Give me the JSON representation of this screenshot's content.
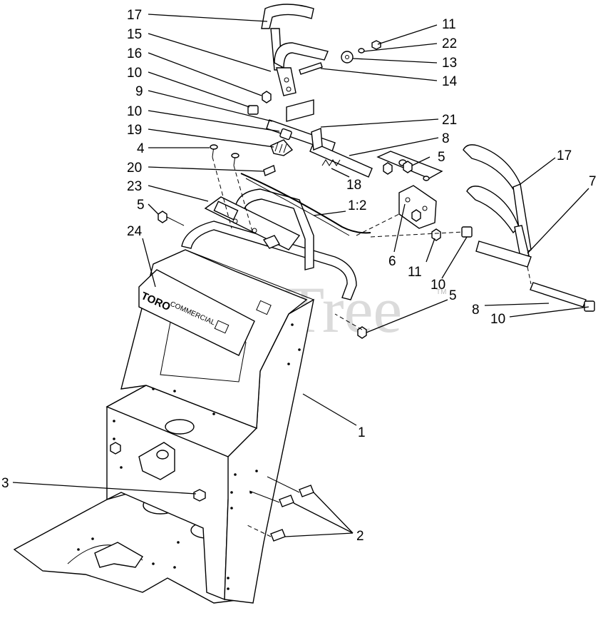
{
  "watermark": {
    "text": "PartsTree",
    "tm": "TM"
  },
  "decal": {
    "brand": "TORO",
    "model": "COMMERCIAL"
  },
  "callouts": [
    {
      "id": "c17a",
      "label": "17"
    },
    {
      "id": "c15",
      "label": "15"
    },
    {
      "id": "c16",
      "label": "16"
    },
    {
      "id": "c10a",
      "label": "10"
    },
    {
      "id": "c9",
      "label": "9"
    },
    {
      "id": "c10b",
      "label": "10"
    },
    {
      "id": "c19",
      "label": "19"
    },
    {
      "id": "c4",
      "label": "4"
    },
    {
      "id": "c20",
      "label": "20"
    },
    {
      "id": "c23",
      "label": "23"
    },
    {
      "id": "c5a",
      "label": "5"
    },
    {
      "id": "c24",
      "label": "24"
    },
    {
      "id": "c3",
      "label": "3"
    },
    {
      "id": "c11a",
      "label": "11"
    },
    {
      "id": "c22",
      "label": "22"
    },
    {
      "id": "c13",
      "label": "13"
    },
    {
      "id": "c14",
      "label": "14"
    },
    {
      "id": "c21",
      "label": "21"
    },
    {
      "id": "c8a",
      "label": "8"
    },
    {
      "id": "c5b",
      "label": "5"
    },
    {
      "id": "c18",
      "label": "18"
    },
    {
      "id": "c12",
      "label": "1:2"
    },
    {
      "id": "c17b",
      "label": "17"
    },
    {
      "id": "c7",
      "label": "7"
    },
    {
      "id": "c6",
      "label": "6"
    },
    {
      "id": "c11b",
      "label": "11"
    },
    {
      "id": "c10c",
      "label": "10"
    },
    {
      "id": "c5c",
      "label": "5"
    },
    {
      "id": "c8b",
      "label": "8"
    },
    {
      "id": "c10d",
      "label": "10"
    },
    {
      "id": "c1",
      "label": "1"
    },
    {
      "id": "c2",
      "label": "2"
    }
  ]
}
